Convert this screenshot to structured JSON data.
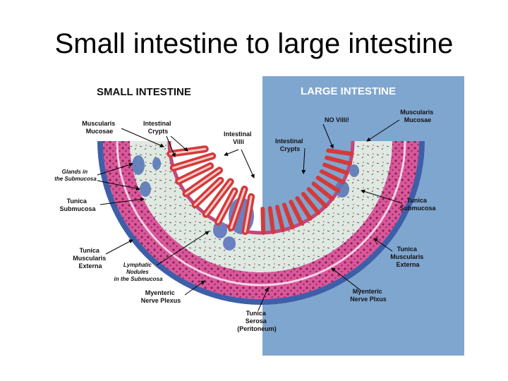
{
  "title": "Small intestine to large intestine",
  "diagram": {
    "small_heading": "SMALL INTESTINE",
    "large_heading": "LARGE INTESTINE",
    "colors": {
      "large_bg": "#7fa6cf",
      "muscle": "#d9589b",
      "submucosa": "#dfe9e2",
      "villi": "#d43a3a",
      "glands": "#5b78b8",
      "serosa": "#3e5fa8"
    },
    "labels": {
      "muscularis_mucosae_left": [
        "Muscularis",
        "Mucosae"
      ],
      "intestinal_crypts_left": [
        "Intestinal",
        "Crypts"
      ],
      "intestinal_villi": [
        "Intestinal",
        "Villi"
      ],
      "glands_submucosa": [
        "Glands in",
        "the Submucosa"
      ],
      "tunica_submucosa_left": [
        "Tunica",
        "Submucosa"
      ],
      "tunica_muscularis_left": [
        "Tunica",
        "Muscularis",
        "Externa"
      ],
      "lymphatic_nodules": [
        "Lymphatic",
        "Nodules",
        "in the Submucosa"
      ],
      "myenteric_left": [
        "Myenteric",
        "Nerve Plexus"
      ],
      "tunica_serosa": [
        "Tunica",
        "Serosa",
        "(Peritoneum)"
      ],
      "intestinal_crypts_right": [
        "Intestinal",
        "Crypts"
      ],
      "no_villi": "NO Villi!",
      "muscularis_mucosae_right": [
        "Muscularis",
        "Mucosae"
      ],
      "tunica_submucosa_right": [
        "Tunica",
        "Submucosa"
      ],
      "tunica_muscularis_right": [
        "Tunica",
        "Muscularis",
        "Externa"
      ],
      "myenteric_right": [
        "Myenteric",
        "Nerve Plxus"
      ]
    }
  }
}
